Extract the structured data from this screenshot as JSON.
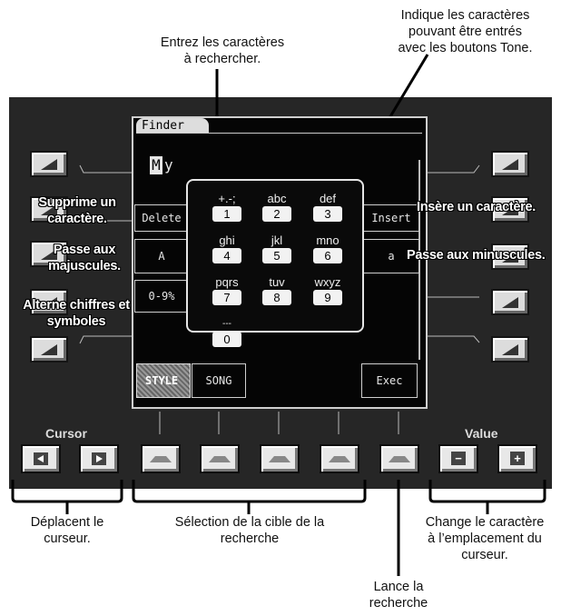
{
  "callouts": {
    "enter_chars": "Entrez les caractères\nà rechercher.",
    "tone_chars": "Indique les caractères\npouvant être entrés\navec les boutons Tone.",
    "move_cursor": "Déplacent le\ncurseur.",
    "search_target": "Sélection de la cible de la\nrecherche",
    "change_char": "Change le caractère\nà l’emplacement du\ncurseur.",
    "launch": "Lance la\nrecherche"
  },
  "overlays": {
    "delete": "Supprime un\ncaractère.",
    "upper": "Passe aux\nmajuscules.",
    "alternate": "Alterne chiffres et\nsymboles",
    "insert": "Insère un caractère.",
    "lower": "Passe aux minuscules."
  },
  "screen": {
    "title": "Finder",
    "input_cursor_char": "M",
    "input_rest": "y",
    "delete_label": "Delete",
    "upper_label": "A",
    "digits_label": "0-9%",
    "insert_label": "Insert",
    "lower_label": "a",
    "style_label": "STYLE",
    "song_label": "SONG",
    "exec_label": "Exec"
  },
  "keypad": [
    {
      "letters": "+.-;",
      "key": "1"
    },
    {
      "letters": "abc",
      "key": "2"
    },
    {
      "letters": "def",
      "key": "3"
    },
    {
      "letters": "ghi",
      "key": "4"
    },
    {
      "letters": "jkl",
      "key": "5"
    },
    {
      "letters": "mno",
      "key": "6"
    },
    {
      "letters": "pqrs",
      "key": "7"
    },
    {
      "letters": "tuv",
      "key": "8"
    },
    {
      "letters": "wxyz",
      "key": "9"
    },
    {
      "letters": "---",
      "key": "0"
    }
  ],
  "panel": {
    "cursor_label": "Cursor",
    "value_label": "Value",
    "cursor_left_icon": "arrow-left-icon",
    "cursor_right_icon": "arrow-right-icon",
    "value_minus": "−",
    "value_plus": "+"
  }
}
